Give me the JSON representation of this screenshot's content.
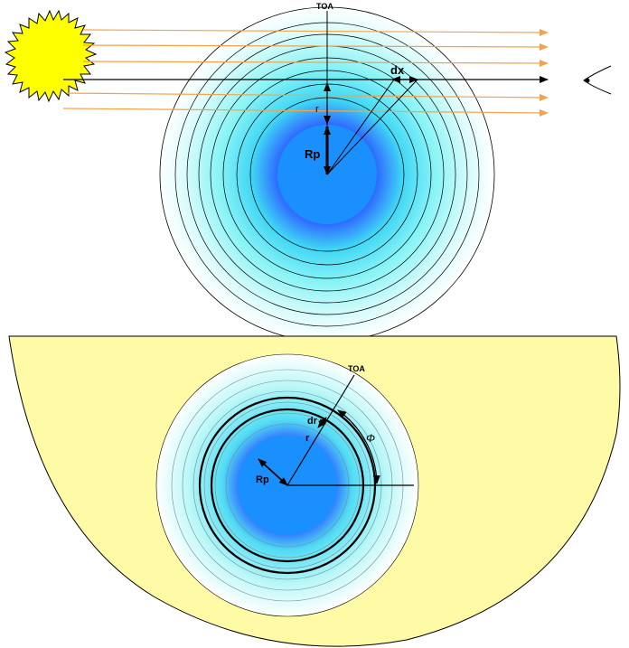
{
  "top_panel": {
    "toa_label": "TOA",
    "rp_label": "Rp",
    "r_label": "r",
    "dx_label": "dx",
    "sun_icon": "sun-icon",
    "observer_icon": "eye-icon"
  },
  "bottom_panel": {
    "toa_label": "TOA",
    "rp_label": "Rp",
    "r_label": "r",
    "dr_label": "dr",
    "phi_label": "Φ"
  },
  "colors": {
    "ray": "#f5a24b",
    "star_fill": "#ffff00",
    "star_disk": "#fffaa6",
    "planet_core": "#1a90ff",
    "atmosphere_inner": "#2a5cff",
    "atmosphere_outer": "#7ff5f5"
  }
}
